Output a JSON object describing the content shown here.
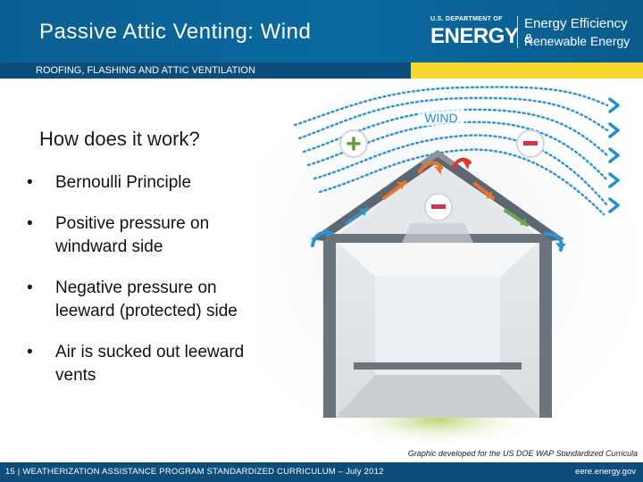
{
  "header": {
    "title": "Passive Attic Venting: Wind",
    "logo": {
      "agency": "U.S. DEPARTMENT OF",
      "name": "ENERGY",
      "office_line1": "Energy Efficiency &",
      "office_line2": "Renewable Energy"
    }
  },
  "subheader": {
    "text": "ROOFING, FLASHING AND ATTIC VENTILATION"
  },
  "content": {
    "question": "How does it work?",
    "bullets": [
      "Bernoulli Principle",
      "Positive pressure on windward side",
      "Negative pressure on leeward (protected) side",
      "Air is sucked out leeward vents"
    ],
    "bullet_symbol": "•"
  },
  "graphic": {
    "wind_label": "WIND",
    "plus_symbol": "+",
    "minus_symbol": "-",
    "icons": [
      "wind-lines",
      "house-cross-section",
      "airflow-arrows"
    ]
  },
  "credit": "Graphic developed for the US DOE WAP Standardized Curricula",
  "footer": {
    "left": "15 | WEATHERIZATION ASSISTANCE PROGRAM STANDARDIZED CURRICULUM – July 2012",
    "right": "eere.energy.gov"
  },
  "colors": {
    "header_blue": "#0a6aa0",
    "navy": "#0d4d7c",
    "accent_yellow": "#f5d62c",
    "wind_blue": "#1f8fd0",
    "plus_green": "#5a9e2f",
    "minus_red": "#d6334a",
    "roof_gray": "#5b6773"
  }
}
